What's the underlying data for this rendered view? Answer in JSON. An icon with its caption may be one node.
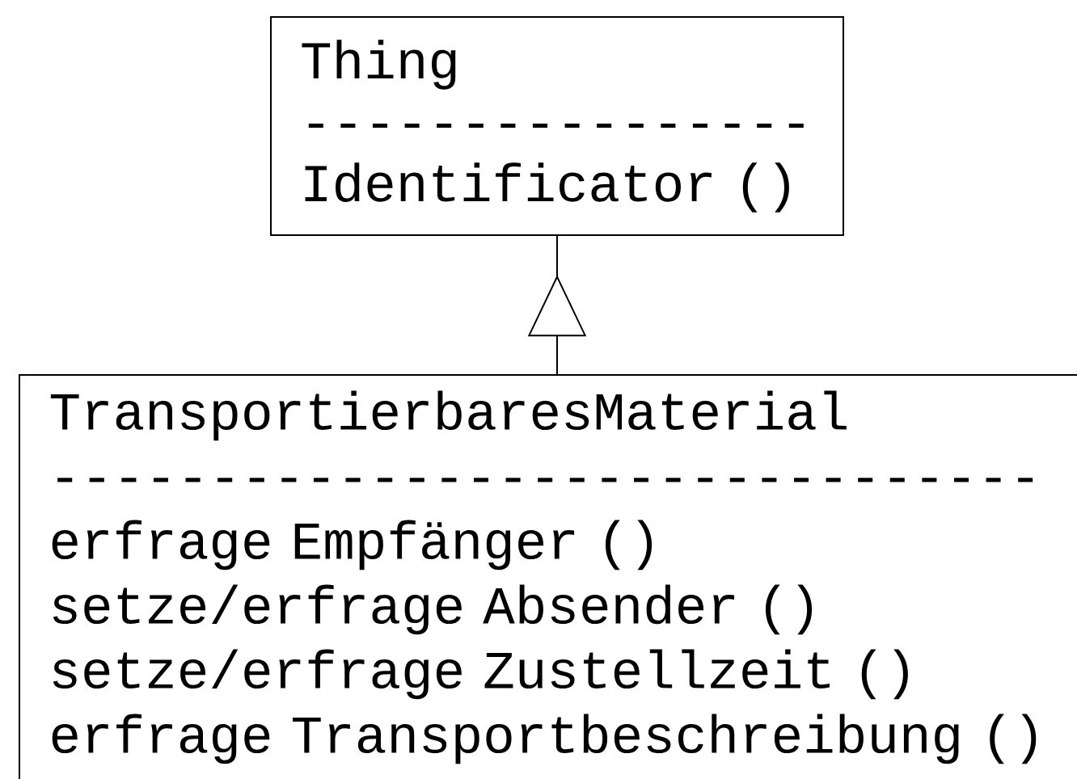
{
  "diagram": {
    "nodes": [
      {
        "text": [
          "Thing",
          "----------------",
          "Identificator ()"
        ]
      },
      {
        "text": [
          "TransportierbaresMaterial",
          "-------------------------------",
          "erfrage Empfänger ()",
          "setze/erfrage Absender ()",
          "setze/erfrage Zustellzeit ()",
          "erfrage Transportbeschreibung ()"
        ]
      }
    ],
    "edges": [
      {
        "from": 1,
        "to": 0,
        "arrow": "to"
      }
    ]
  }
}
